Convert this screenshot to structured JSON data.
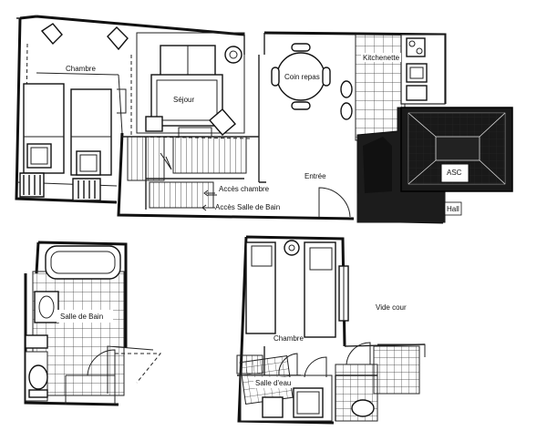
{
  "labels": {
    "chambre_top": "Chambre",
    "sejour": "Séjour",
    "coin_repas": "Coin repas",
    "kitchenette": "Kitchenette",
    "entree": "Entrée",
    "asc": "ASC",
    "hall": "Hall",
    "acces_chambre": "Accès chambre",
    "acces_salle_de_bain": "Accès Salle de Bain",
    "salle_de_bain": "Salle de Bain",
    "chambre_bottom": "Chambre",
    "vide_cour": "Vide cour",
    "salle_d_eau": "Salle d'eau"
  }
}
